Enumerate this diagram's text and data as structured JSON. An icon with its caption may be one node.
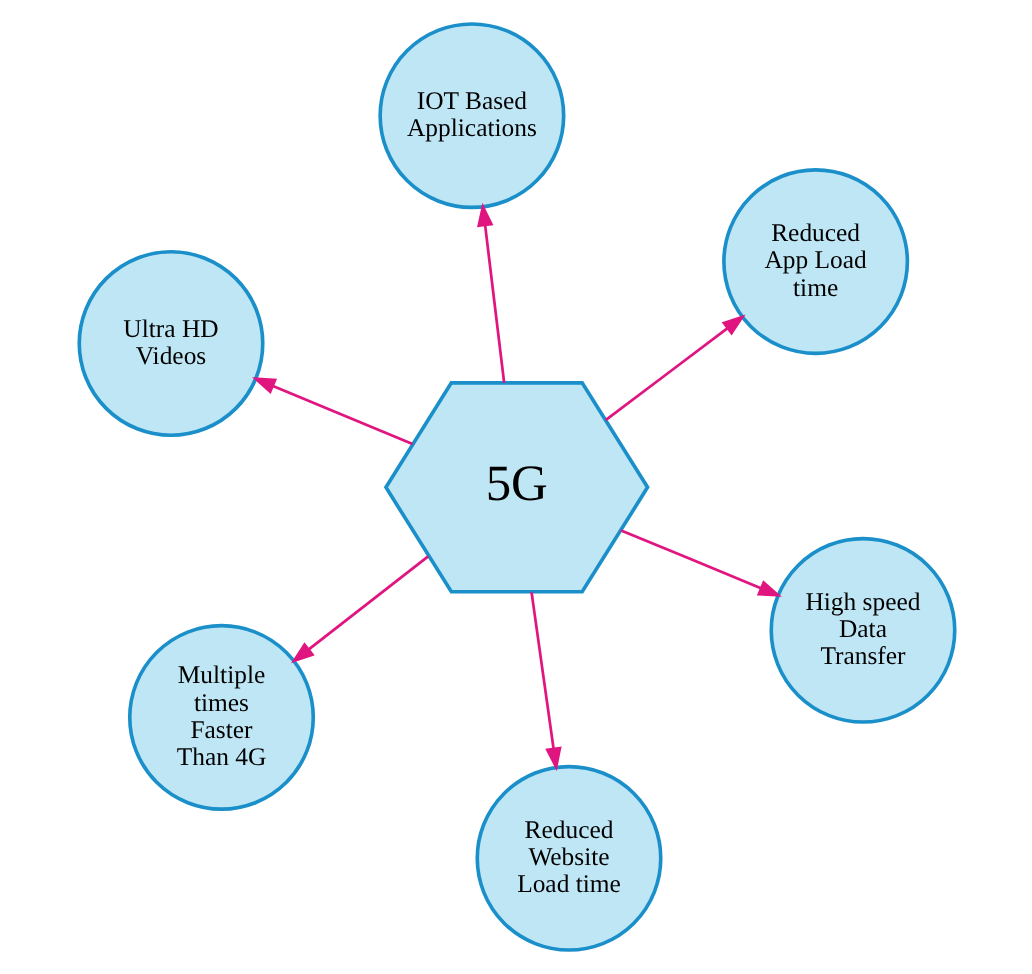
{
  "diagram": {
    "nodes": [
      {
        "text": [
          "Ultra HD Videos"
        ]
      },
      {
        "text": [
          "High speed Data Transfer"
        ]
      },
      {
        "text": [
          "Reduced Website Load time"
        ]
      },
      {
        "text": [
          "5G"
        ]
      },
      {
        "text": [
          "Reduced App Load time"
        ]
      },
      {
        "text": [
          "IOT Based Applications"
        ]
      },
      {
        "text": [
          "Multiple times Faster Than 4G"
        ]
      }
    ],
    "edges": [
      {
        "from": 3,
        "to": 0,
        "arrow": "to"
      },
      {
        "from": 3,
        "to": 1,
        "arrow": "to"
      },
      {
        "from": 3,
        "to": 2,
        "arrow": "to"
      },
      {
        "from": 3,
        "to": 4,
        "arrow": "to"
      },
      {
        "from": 3,
        "to": 5,
        "arrow": "to"
      },
      {
        "from": 3,
        "to": 6,
        "arrow": "to"
      }
    ]
  }
}
